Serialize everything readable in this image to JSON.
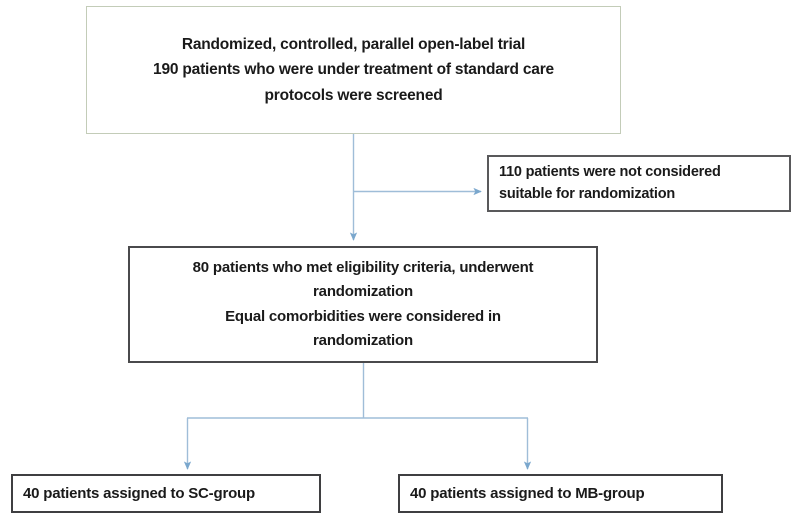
{
  "diagram": {
    "title": "CONSORT patient flow diagram",
    "connector_color": "#8fb4d4",
    "nodes": {
      "screening": {
        "name": "screening-box",
        "border_color": "#c3ccb8",
        "lines": [
          "Randomized, controlled, parallel open-label trial",
          "190 patients who were under treatment of standard care",
          "protocols were screened"
        ]
      },
      "excluded": {
        "name": "excluded-box",
        "border_color": "#59595b",
        "lines": [
          "110 patients were not considered",
          "suitable for randomization"
        ]
      },
      "randomized": {
        "name": "randomized-box",
        "border_color": "#4a4a4c",
        "lines": [
          "80 patients who met eligibility criteria, underwent",
          "randomization",
          "Equal comorbidities were considered in",
          "randomization"
        ]
      },
      "sc_group": {
        "name": "sc-group-box",
        "border_color": "#3f3f41",
        "lines": [
          "40 patients assigned to SC-group"
        ]
      },
      "mb_group": {
        "name": "mb-group-box",
        "border_color": "#3f3f41",
        "lines": [
          "40 patients assigned to MB-group"
        ]
      }
    },
    "counts": {
      "screened": 190,
      "excluded": 110,
      "randomized": 80,
      "sc_group": 40,
      "mb_group": 40
    },
    "edges": [
      {
        "name": "screening-to-randomized",
        "from": "screening",
        "to": "randomized"
      },
      {
        "name": "screening-to-excluded",
        "from": "screening",
        "to": "excluded"
      },
      {
        "name": "randomized-to-sc-group",
        "from": "randomized",
        "to": "sc_group"
      },
      {
        "name": "randomized-to-mb-group",
        "from": "randomized",
        "to": "mb_group"
      }
    ]
  }
}
